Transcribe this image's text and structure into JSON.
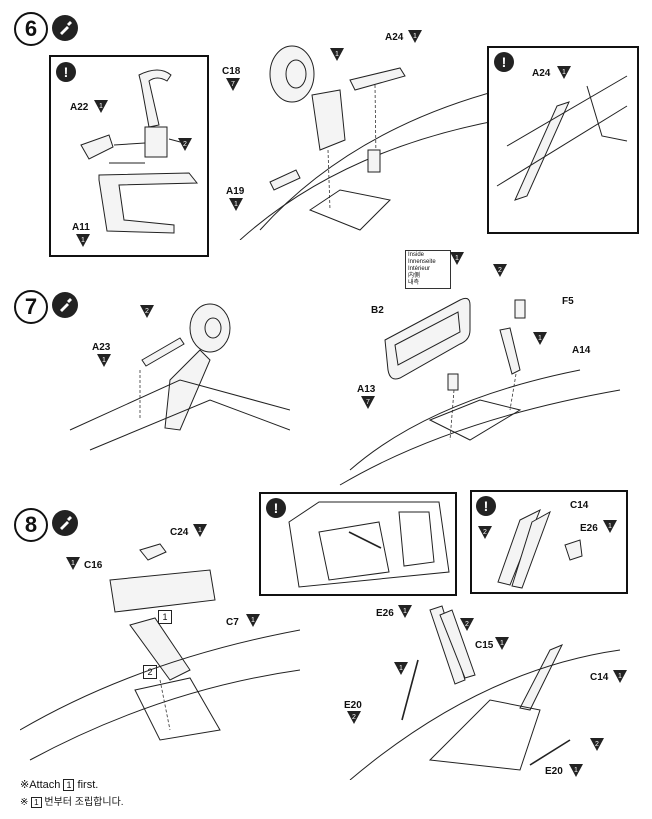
{
  "steps": [
    {
      "number": "6"
    },
    {
      "number": "7"
    },
    {
      "number": "8"
    }
  ],
  "step6": {
    "callout_labels": [
      "A22",
      "A11"
    ],
    "callout_counts": [
      "1",
      "2",
      "1"
    ],
    "labels": [
      "C18",
      "A24",
      "A19"
    ],
    "counts": [
      "7",
      "1",
      "1",
      "1"
    ],
    "detail_label": "A24",
    "detail_count": "1"
  },
  "step7": {
    "labels": [
      "A23",
      "B2",
      "A13",
      "F5",
      "A14"
    ],
    "counts": [
      "2",
      "1",
      "1",
      "7",
      "2",
      "1"
    ],
    "inside_note": [
      "Inside",
      "Innenseite",
      "Intérieur",
      "内側",
      "내측"
    ]
  },
  "step8": {
    "labels": [
      "C24",
      "C16",
      "C7",
      "E26",
      "C15",
      "E20",
      "C14",
      "E26",
      "C14",
      "E20"
    ],
    "counts": [
      "1",
      "1",
      "1",
      "1",
      "2",
      "1",
      "2",
      "1",
      "1",
      "2",
      "1",
      "2",
      "1"
    ],
    "order_marks": [
      "1",
      "2"
    ],
    "note_en_prefix": "※Attach",
    "note_en_num": "1",
    "note_en_suffix": "first.",
    "note_kr_prefix": "※",
    "note_kr_num": "1",
    "note_kr_suffix": "번부터 조립합니다."
  },
  "icons": {
    "paint": "paint-brush-icon",
    "warning": "exclamation-icon",
    "quantity": "triangle-count-icon"
  }
}
